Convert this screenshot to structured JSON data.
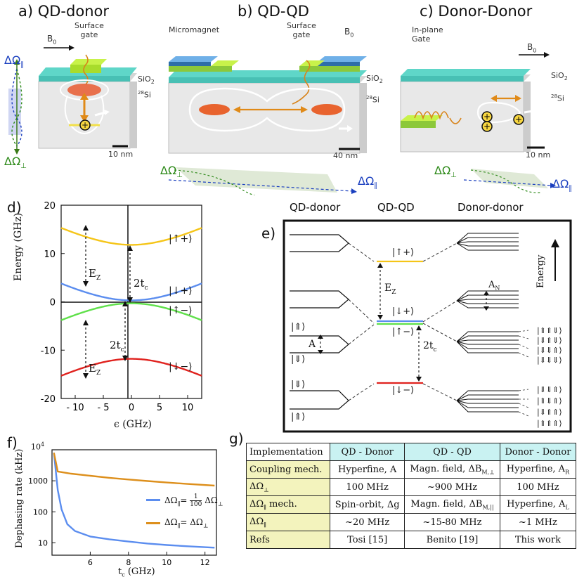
{
  "panel_a": {
    "title": "a) QD-donor",
    "b0": "B",
    "b0_sub": "0",
    "gate": "Surface\ngate",
    "sio2": "SiO",
    "sio2_sub": "2",
    "si": "Si",
    "si_sup": "28",
    "scale": "10 nm",
    "dpar": "ΔΩ",
    "dpar_sub": "∥",
    "dperp": "ΔΩ",
    "dperp_sub": "⊥"
  },
  "panel_b": {
    "title": "b) QD-QD",
    "micromagnet": "Micromagnet",
    "gate": "Surface\ngate",
    "b0": "B",
    "b0_sub": "0",
    "sio2": "SiO",
    "sio2_sub": "2",
    "si": "Si",
    "si_sup": "28",
    "scale": "40 nm",
    "dperp": "ΔΩ",
    "dperp_sub": "⊥",
    "dpar": "ΔΩ",
    "dpar_sub": "∥"
  },
  "panel_c": {
    "title": "c) Donor-Donor",
    "gate": "In-plane\nGate",
    "b0": "B",
    "b0_sub": "0",
    "sio2": "SiO",
    "sio2_sub": "2",
    "si": "Si",
    "si_sup": "28",
    "scale": "10 nm",
    "dperp": "ΔΩ",
    "dperp_sub": "⊥",
    "dpar": "ΔΩ",
    "dpar_sub": "∥"
  },
  "panel_d": {
    "label": "d)",
    "ylabel": "Energy   (GHz)",
    "xlabel": "ϵ (GHz)",
    "yticks": [
      "20",
      "10",
      "0",
      "-10",
      "-20"
    ],
    "xticks": [
      "- 10",
      "- 5",
      "0",
      "5",
      "10"
    ],
    "ez": "E",
    "ez_sub": "Z",
    "tc": "2t",
    "tc_sub": "c",
    "states": [
      "|↑+⟩",
      "|↓+⟩",
      "|↑−⟩",
      "|↓−⟩"
    ],
    "colors": {
      "up_plus": "#f5c518",
      "down_plus": "#5b8def",
      "up_minus": "#5fe04a",
      "down_minus": "#e0221e"
    }
  },
  "panel_e": {
    "label": "e)",
    "columns": [
      "QD-donor",
      "QD-QD",
      "Donor-donor"
    ],
    "left_states": [
      "|⇑⟩",
      "|⇓⟩",
      "|⇓⟩",
      "|⇑⟩"
    ],
    "a_label": "A",
    "mid_states": [
      "|↑+⟩",
      "|↓+⟩",
      "|↑−⟩",
      "|↓−⟩"
    ],
    "ez": "E",
    "ez_sub": "Z",
    "tc": "2t",
    "tc_sub": "c",
    "an": "A",
    "an_sub": "N",
    "energy": "Energy",
    "right_states": [
      "|⇑⇑⇓⟩",
      "|⇓⇑⇓⟩",
      "|⇓⇓⇑⟩",
      "|⇓⇓⇓⟩",
      "|⇓⇓⇑⟩",
      "|⇑⇓⇑⟩",
      "|⇓⇑⇑⟩",
      "|⇑⇑⇑⟩"
    ]
  },
  "panel_f": {
    "label": "f)",
    "ylabel": "Dephasing rate (kHz)",
    "xlabel": "t",
    "xlabel_sub": "c",
    "xlabel_unit": " (GHz)",
    "yticks": [
      "10",
      "100",
      "1000"
    ],
    "ytop": "10",
    "ytop_sup": "4",
    "xticks": [
      "6",
      "8",
      "10",
      "12"
    ],
    "legend1_lhs": "ΔΩ",
    "legend1_lhs_sub": "∥",
    "legend1_frac_num": "1",
    "legend1_frac_den": "100",
    "legend1_rhs": "ΔΩ",
    "legend1_rhs_sub": "⊥",
    "legend2": "ΔΩ",
    "legend2_sub": "∥",
    "legend2_rhs": "= ΔΩ",
    "legend2_rhs_sub": "⊥",
    "colors": {
      "series1": "#5b8def",
      "series2": "#dd8f1c"
    }
  },
  "chart_data": {
    "type": "line",
    "xlabel": "t_c (GHz)",
    "ylabel": "Dephasing rate (kHz)",
    "xlim": [
      4,
      12.6
    ],
    "ylim": [
      4,
      10000
    ],
    "log_y": true,
    "series": [
      {
        "name": "ΔΩ∥ = 1/100 ΔΩ⊥",
        "x": [
          4.1,
          4.3,
          4.5,
          4.8,
          5.2,
          6,
          7,
          8,
          9,
          10,
          11,
          12.5
        ],
        "y": [
          8000,
          500,
          120,
          40,
          24,
          16,
          13,
          11,
          9.5,
          8.5,
          7.8,
          7
        ]
      },
      {
        "name": "ΔΩ∥ = ΔΩ⊥",
        "x": [
          4.1,
          4.3,
          4.5,
          5,
          6,
          7,
          8,
          9,
          10,
          11,
          12.5
        ],
        "y": [
          8000,
          2000,
          1900,
          1700,
          1450,
          1250,
          1100,
          980,
          880,
          800,
          700
        ]
      }
    ]
  },
  "panel_g": {
    "label": "g)",
    "header": [
      "Implementation",
      "QD - Donor",
      "QD - QD",
      "Donor - Donor"
    ],
    "rows": [
      [
        "Coupling mech.",
        "Hyperfine, A",
        "Magn. field, ΔB",
        "Hyperfine, A"
      ],
      [
        "ΔΩ",
        "100 MHz",
        "~900 MHz",
        "100 MHz"
      ],
      [
        "ΔΩ",
        "Spin-orbit, Δg",
        "Magn. field, ΔB",
        "Hyperfine, A"
      ],
      [
        "ΔΩ",
        "~20 MHz",
        "~15-80 MHz",
        "~1 MHz"
      ],
      [
        "Refs",
        "Tosi [15]",
        "Benito [19]",
        "This work"
      ]
    ],
    "subs": {
      "r1c2": "M,⊥",
      "r1c3": "R",
      "r2c0": "⊥",
      "r3c0_suffix": " mech.",
      "r3c0": "∥",
      "r3c2": "M,||",
      "r3c3": "L",
      "r4c0": "∥"
    }
  }
}
